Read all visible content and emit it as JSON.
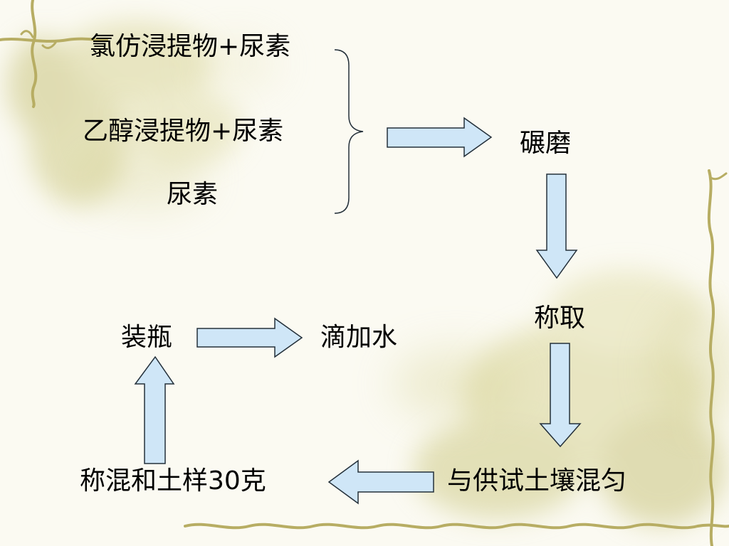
{
  "steps": {
    "input_1": "氯仿浸提物+尿素",
    "input_2": "乙醇浸提物+尿素",
    "input_3": "尿素",
    "grind": "碾磨",
    "weigh": "称取",
    "mix_soil": "与供试土壤混匀",
    "weigh_sample": "称混和土样30克",
    "bottle": "装瓶",
    "add_water": "滴加水"
  },
  "colors": {
    "arrow_fill": "#cfe6f7",
    "arrow_stroke": "#24303a",
    "text": "#000000",
    "background": "#fbfaf2",
    "vine": "#b7ad63"
  }
}
